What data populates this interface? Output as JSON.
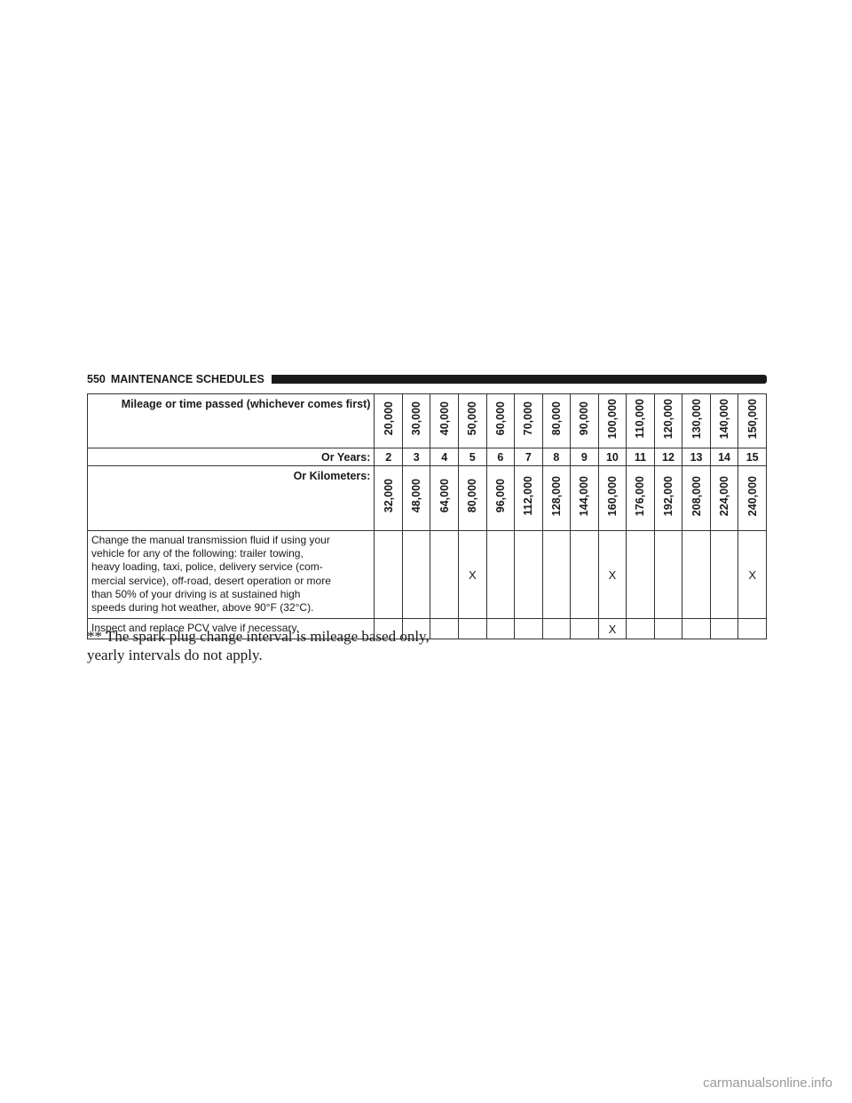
{
  "header": {
    "page_number": "550",
    "section_title": "MAINTENANCE SCHEDULES"
  },
  "table": {
    "mileage_label": "Mileage or time passed (whichever comes first)",
    "mileage": [
      "20,000",
      "30,000",
      "40,000",
      "50,000",
      "60,000",
      "70,000",
      "80,000",
      "90,000",
      "100,000",
      "110,000",
      "120,000",
      "130,000",
      "140,000",
      "150,000"
    ],
    "years_label": "Or Years:",
    "years": [
      "2",
      "3",
      "4",
      "5",
      "6",
      "7",
      "8",
      "9",
      "10",
      "11",
      "12",
      "13",
      "14",
      "15"
    ],
    "km_label": "Or Kilometers:",
    "kilometers": [
      "32,000",
      "48,000",
      "64,000",
      "80,000",
      "96,000",
      "112,000",
      "128,000",
      "144,000",
      "160,000",
      "176,000",
      "192,000",
      "208,000",
      "224,000",
      "240,000"
    ],
    "rows": [
      {
        "lines": [
          "Change the manual transmission fluid if using your",
          "vehicle for any of the following: trailer towing,",
          "heavy loading, taxi, police, delivery service (com-",
          "mercial service), off-road, desert operation or more",
          "than 50% of your driving is at sustained high",
          "speeds during hot weather, above 90°F (32°C)."
        ],
        "marks": [
          "",
          "",
          "",
          "X",
          "",
          "",
          "",
          "",
          "X",
          "",
          "",
          "",
          "",
          "X"
        ]
      },
      {
        "lines": [
          "Inspect and replace PCV valve if necessary."
        ],
        "marks": [
          "",
          "",
          "",
          "",
          "",
          "",
          "",
          "",
          "X",
          "",
          "",
          "",
          "",
          ""
        ]
      }
    ]
  },
  "footnote": {
    "line1": "** The spark plug change interval is mileage based only,",
    "line2": "yearly intervals do not apply."
  },
  "watermark": "carmanualsonline.info"
}
